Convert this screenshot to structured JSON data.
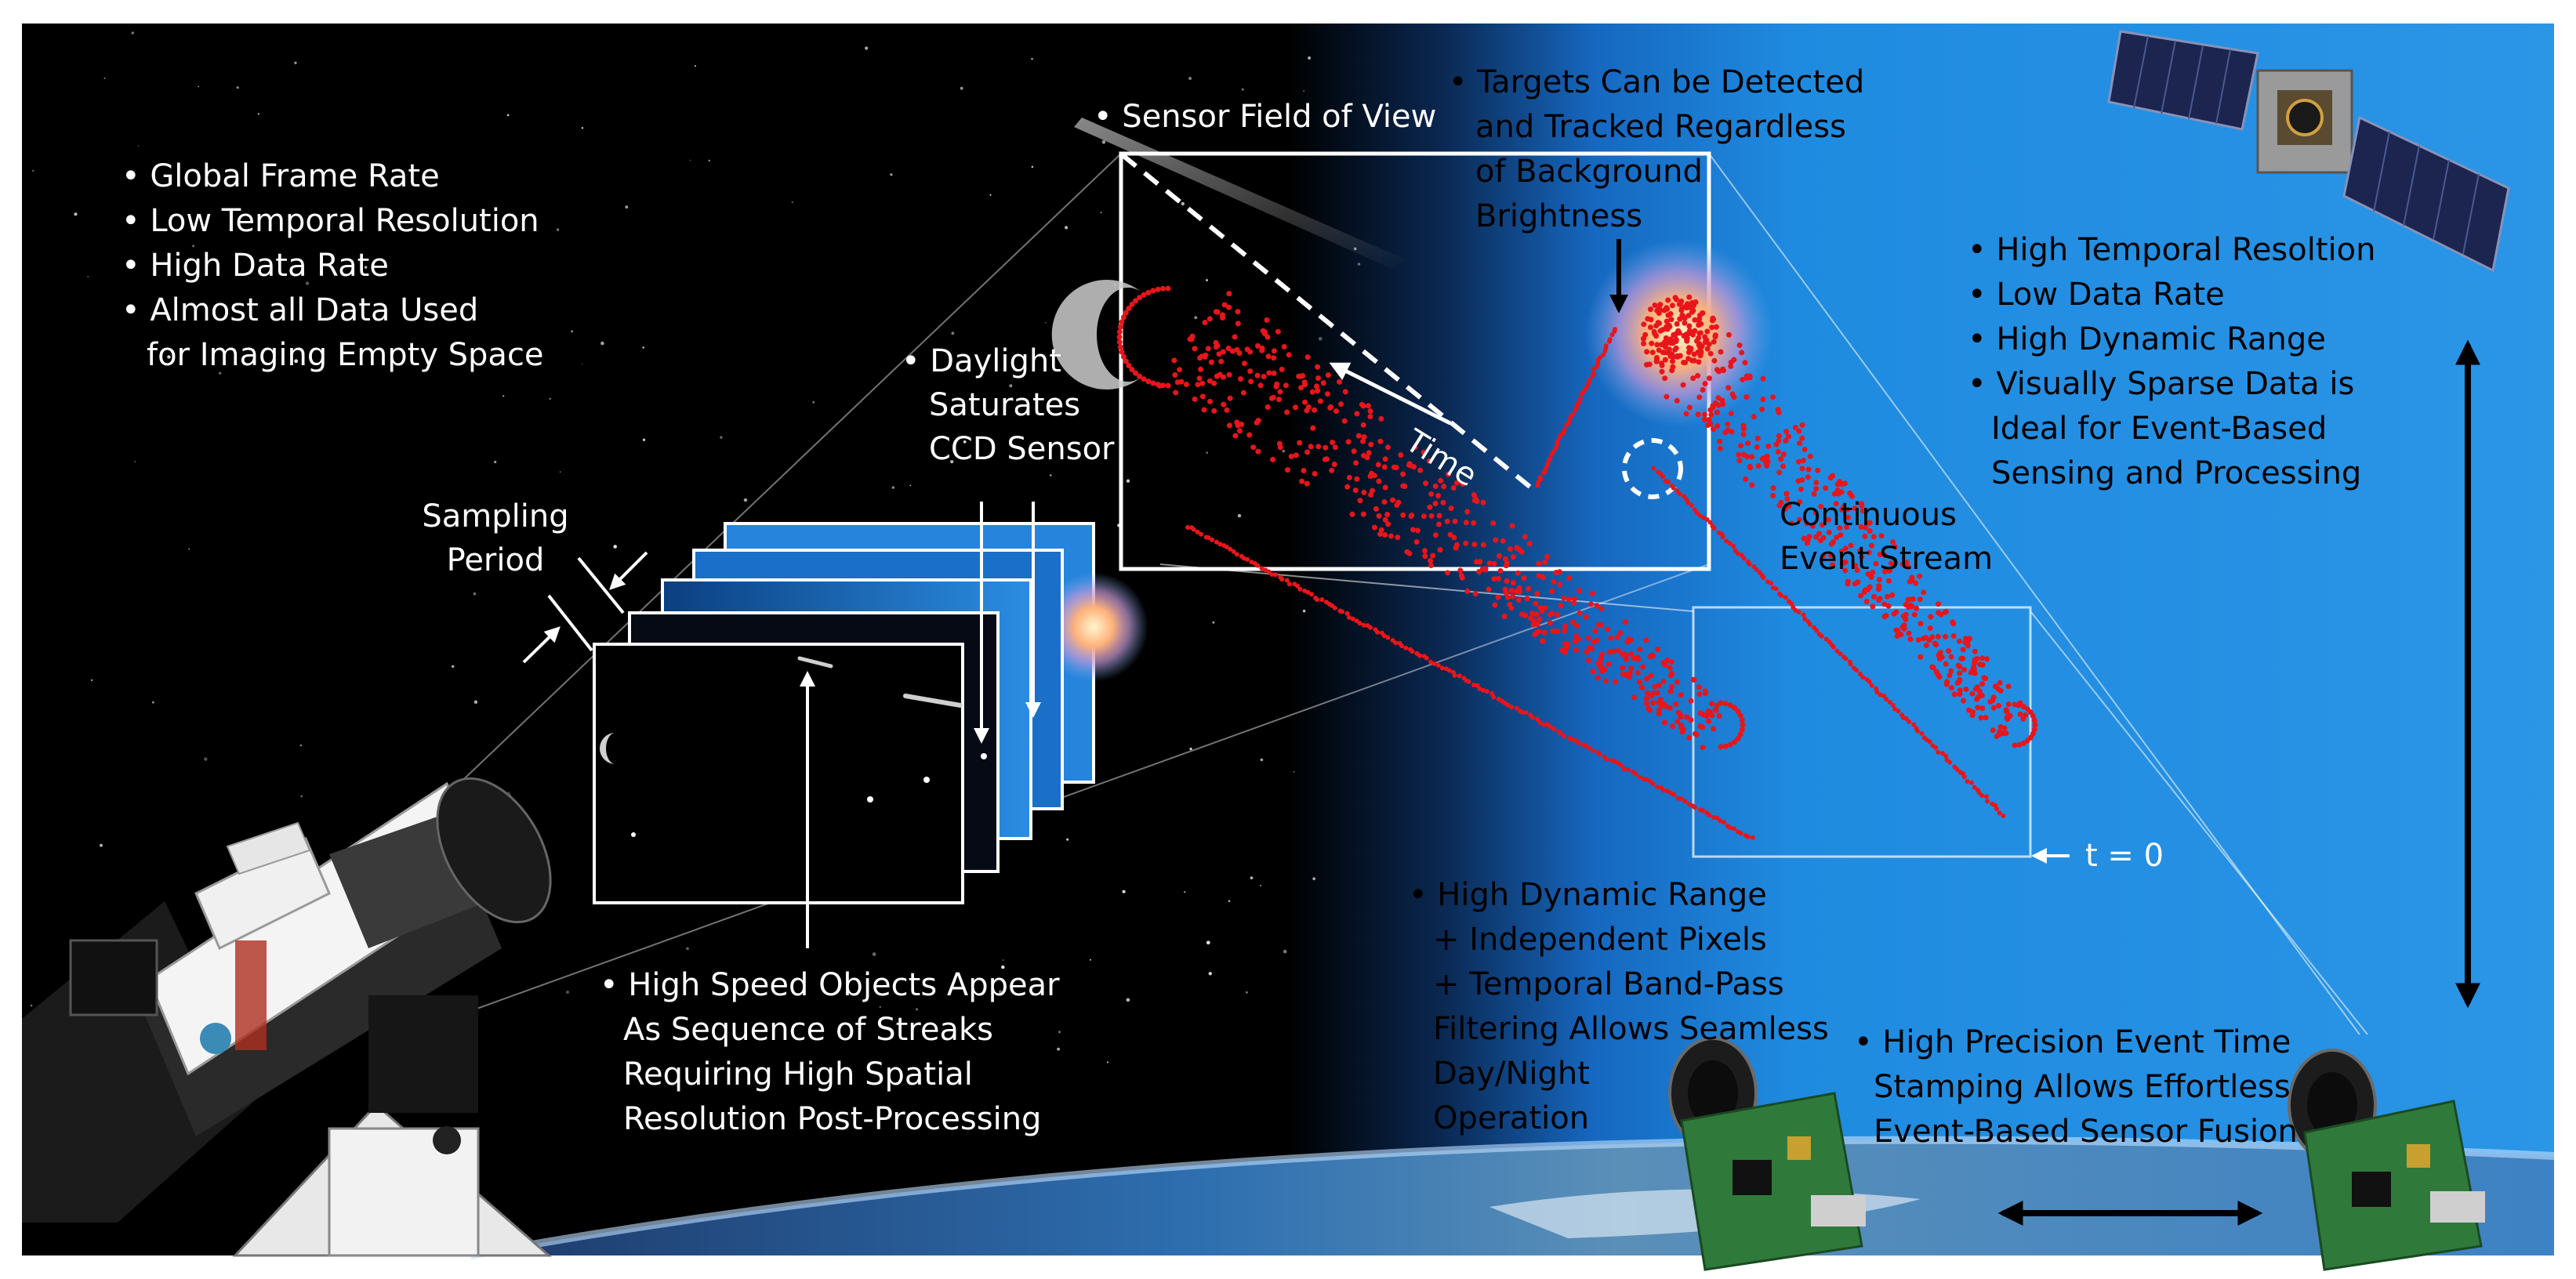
{
  "left_bullets": [
    "Global Frame Rate",
    "Low Temporal Resolution",
    "High Data Rate",
    "Almost all Data Used",
    "for Imaging Empty Space"
  ],
  "sampling_label": [
    "Sampling",
    "Period"
  ],
  "daylight_label": [
    "• Daylight",
    "Saturates",
    "CCD Sensor"
  ],
  "high_speed_bullet": [
    "• High Speed Objects Appear",
    "As Sequence of Streaks",
    "Requiring High Spatial",
    "Resolution Post-Processing"
  ],
  "fov_label": "• Sensor Field of View",
  "time_label": "Time",
  "targets_bullet": [
    "• Targets Can be Detected",
    "and Tracked Regardless",
    "of Background",
    "Brightness"
  ],
  "continuous_label": [
    "Continuous",
    "Event Stream"
  ],
  "t0_label": "t = 0",
  "right_bullets": [
    [
      "High Temporal Resoltion"
    ],
    [
      "Low Data Rate"
    ],
    [
      "High Dynamic Range"
    ],
    [
      "Visually Sparse Data is",
      "Ideal for Event-Based",
      "Sensing and Processing"
    ]
  ],
  "dynamic_bullet": [
    "• High Dynamic Range",
    "+ Independent Pixels",
    "+ Temporal Band-Pass",
    "Filtering Allows Seamless",
    "Day/Night",
    "Operation"
  ],
  "precision_bullet": [
    "• High Precision Event Time",
    "Stamping Allows Effortless",
    "Event-Based Sensor Fusion"
  ],
  "colors": {
    "space": "#000000",
    "sky": "#1f8be0",
    "event_red": "#e8151b",
    "earth": "#2b6db5"
  }
}
